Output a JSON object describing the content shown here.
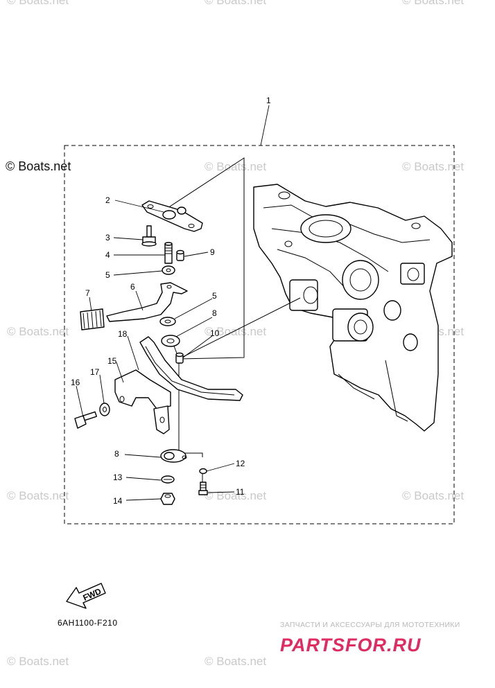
{
  "diagram": {
    "drawing_code": "6AH1100-F210",
    "fwd_label": "FWD",
    "callouts": [
      "1",
      "2",
      "3",
      "4",
      "5",
      "6",
      "5",
      "7",
      "8",
      "9",
      "10",
      "11",
      "12",
      "13",
      "14",
      "15",
      "16",
      "17",
      "18",
      "8"
    ]
  },
  "watermarks": {
    "primary": "© Boats.net",
    "repeat": "© Boats.net"
  },
  "banner": {
    "tagline": "ЗАПЧАСТИ И АКСЕССУАРЫ ДЛЯ МОТОТЕХНИКИ",
    "brand": "PARTSFOR.RU",
    "brand_color": "#e02a62"
  }
}
